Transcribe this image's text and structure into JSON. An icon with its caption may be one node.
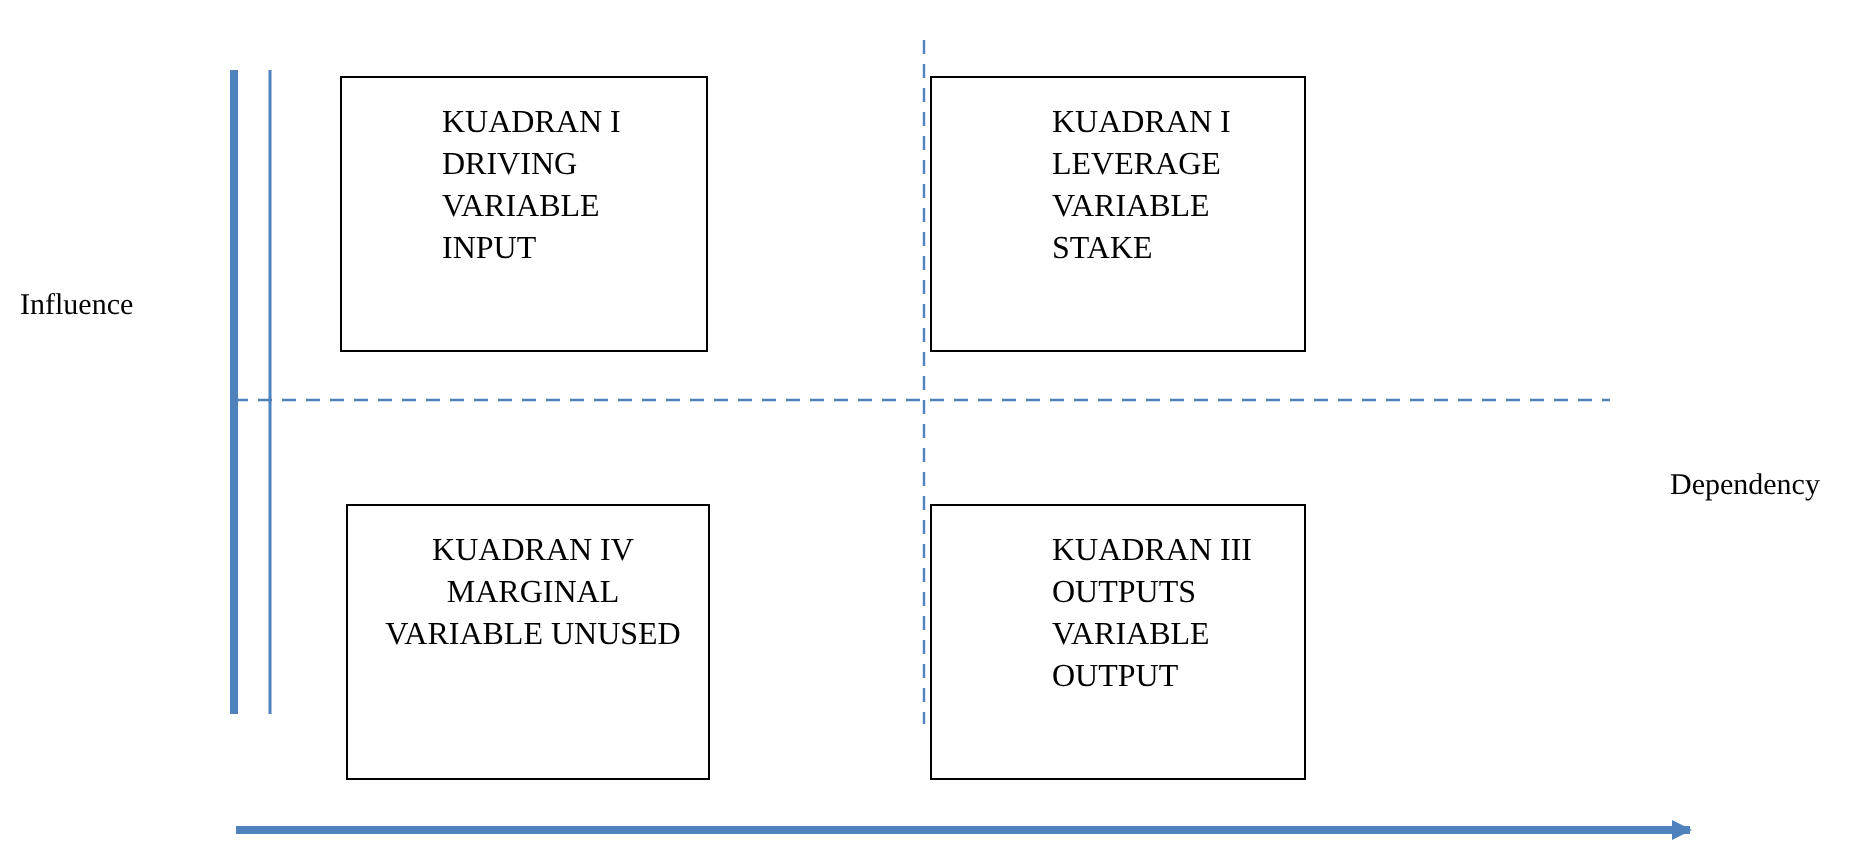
{
  "diagram": {
    "nodes": [
      {
        "text": [
          "KUADRAN I DRIVING VARIABLE INPUT"
        ]
      },
      {
        "text": [
          "KUADRAN I LEVERAGE VARIABLE STAKE"
        ]
      },
      {
        "text": [
          "KUADRAN IV MARGINAL VARIABLE UNUSED"
        ]
      },
      {
        "text": [
          "KUADRAN III OUTPUTS VARIABLE OUTPUT"
        ]
      }
    ],
    "labels": [
      "Influence",
      "Dependency"
    ]
  }
}
